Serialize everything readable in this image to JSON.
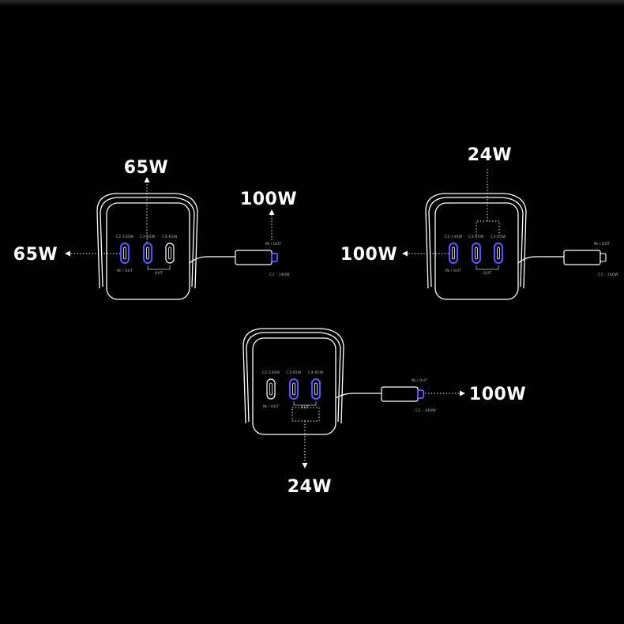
{
  "scenes": [
    {
      "port_labels": [
        "C2-140W",
        "C3-65W",
        "C4-65W"
      ],
      "bottom_labels": [
        "IN / OUT",
        "OUT"
      ],
      "plug_labels": [
        "IN / OUT",
        "C1 - 140W"
      ],
      "lit_ports": [
        true,
        true,
        false
      ],
      "plug_lit": true,
      "outputs": [
        "65W",
        "65W",
        "100W"
      ]
    },
    {
      "port_labels": [
        "C2-140W",
        "C3-65W",
        "C4-65W"
      ],
      "bottom_labels": [
        "IN / OUT",
        "OUT"
      ],
      "plug_labels": [
        "IN / OUT",
        "C1 - 140W"
      ],
      "lit_ports": [
        true,
        true,
        true
      ],
      "plug_lit": false,
      "outputs": [
        "24W",
        "100W"
      ]
    },
    {
      "port_labels": [
        "C2-140W",
        "C3-65W",
        "C4-65W"
      ],
      "bottom_labels": [
        "IN / OUT",
        "OUT"
      ],
      "plug_labels": [
        "IN / OUT",
        "C1 - 140W"
      ],
      "lit_ports": [
        false,
        true,
        true
      ],
      "plug_lit": true,
      "outputs": [
        "100W",
        "24W"
      ]
    }
  ],
  "colors": {
    "background": "#000000",
    "outline": "#ffffff",
    "active_port": "#5a4ff0",
    "label": "#b9b9b9"
  },
  "icons": {
    "output_arrow": "dotted-arrow-icon",
    "device": "charger-cube-icon",
    "plug": "usb-c-plug-icon"
  }
}
